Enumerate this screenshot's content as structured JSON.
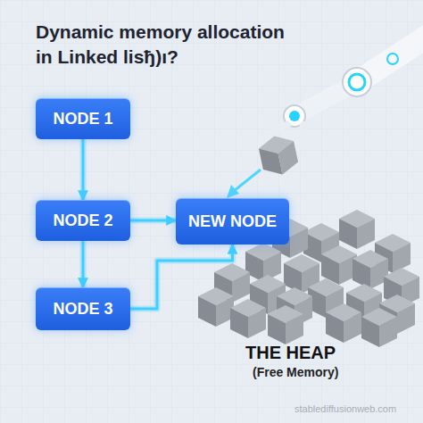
{
  "diagram": {
    "title": "Dynamic memory allocation in Linked lisђ)ı?",
    "nodes": [
      {
        "text": [
          "NODE 1"
        ]
      },
      {
        "text": [
          "NODE 2"
        ]
      },
      {
        "text": [
          "NODE 3"
        ]
      },
      {
        "text": [
          "NEW NODE"
        ]
      }
    ],
    "edges": [
      {
        "from": 0,
        "to": 1,
        "arrow": "to"
      },
      {
        "from": 1,
        "to": 2,
        "arrow": "to"
      },
      {
        "from": 1,
        "to": 3,
        "arrow": "to"
      },
      {
        "from": 2,
        "to": 3,
        "arrow": "to"
      }
    ],
    "labels": [
      "THE HEAP",
      "(Free Memory)",
      "stablediffusionweb.com"
    ]
  }
}
